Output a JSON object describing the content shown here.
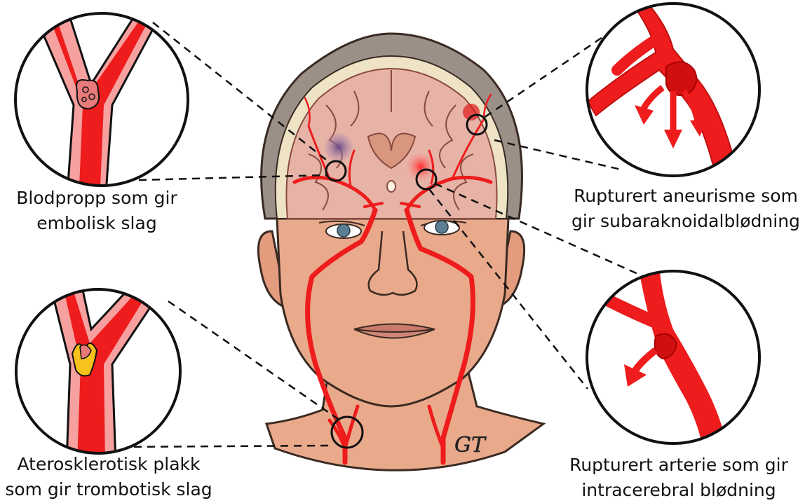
{
  "labels": {
    "top_left": {
      "line1": "Blodpropp som gir",
      "line2": "embolisk slag"
    },
    "bottom_left": {
      "line1": "Aterosklerotisk plakk",
      "line2": "som gir trombotisk slag"
    },
    "top_right": {
      "line1": "Rupturert aneurisme som",
      "line2": "gir subaraknoidalblødning"
    },
    "bottom_right": {
      "line1": "Rupturert arterie som gir",
      "line2": "intracerebral blødning"
    }
  },
  "signature": "GT",
  "colors": {
    "artery": "#ee1c1c",
    "artery_dark": "#c00f0f",
    "skin": "#e9a98b",
    "hair": "#9a9088",
    "brain": "#e6b3a6",
    "plaque": "#f6c21b",
    "clot": "#e87a7a",
    "infarct": "#7a5b8a"
  }
}
